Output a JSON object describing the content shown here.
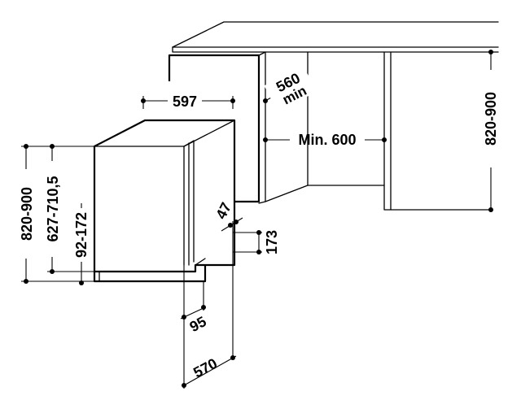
{
  "dimensions": {
    "appliance_width": "597",
    "niche_depth_min": "560",
    "niche_depth_min_word": "min",
    "niche_width_min": "Min. 600",
    "niche_height_right": "820-900",
    "appliance_height_left": "820-900",
    "door_height": "627-710,5",
    "plinth_height": "92-172",
    "kick_offset": "47",
    "plinth_gap": "173",
    "plinth_recess": "95",
    "appliance_depth": "570"
  }
}
